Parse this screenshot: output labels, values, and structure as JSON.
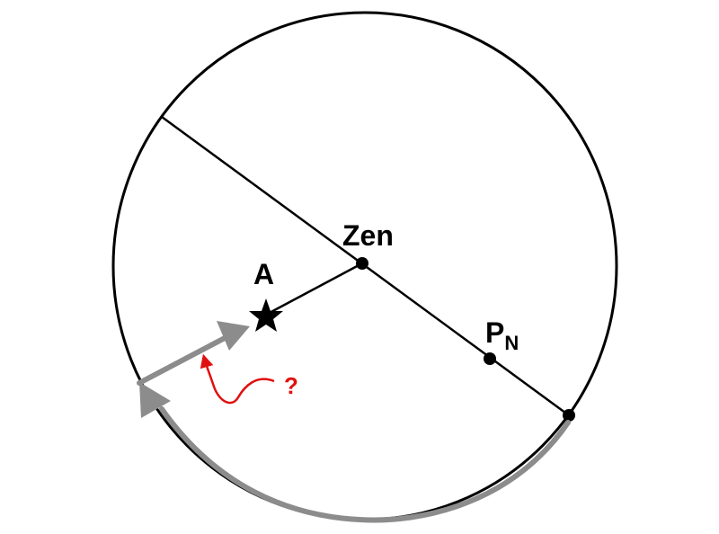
{
  "labels": {
    "zenith": "Zen",
    "star": "A",
    "pole_main": "P",
    "pole_sub": "N",
    "question": "?"
  },
  "colors": {
    "outline": "#000000",
    "path_arrow": "#8c8c8c",
    "question_curve": "#e01010",
    "background": "#ffffff"
  },
  "icons": {
    "star_marker": "star-icon",
    "gray_arrows": "arrow-icon",
    "red_pointer": "curved-arrow-icon"
  }
}
